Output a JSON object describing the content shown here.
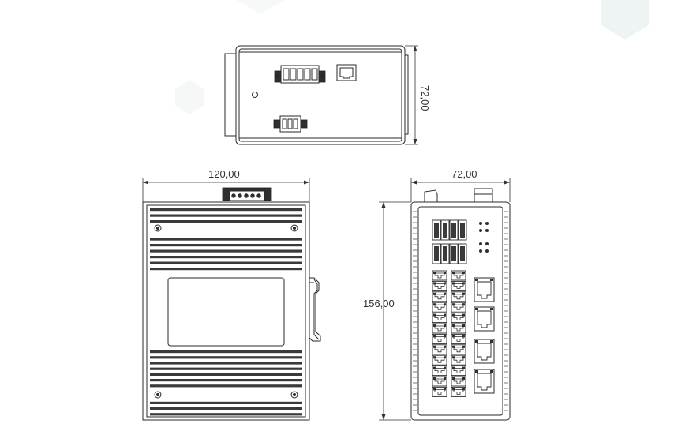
{
  "dimensions": {
    "top_view_depth": "72,00",
    "front_width": "120,00",
    "side_depth": "72,00",
    "side_height": "156,00"
  },
  "colors": {
    "line": "#2a2a2a",
    "fill_dark": "#2f2f2f",
    "watermark": "#eef4f4"
  }
}
